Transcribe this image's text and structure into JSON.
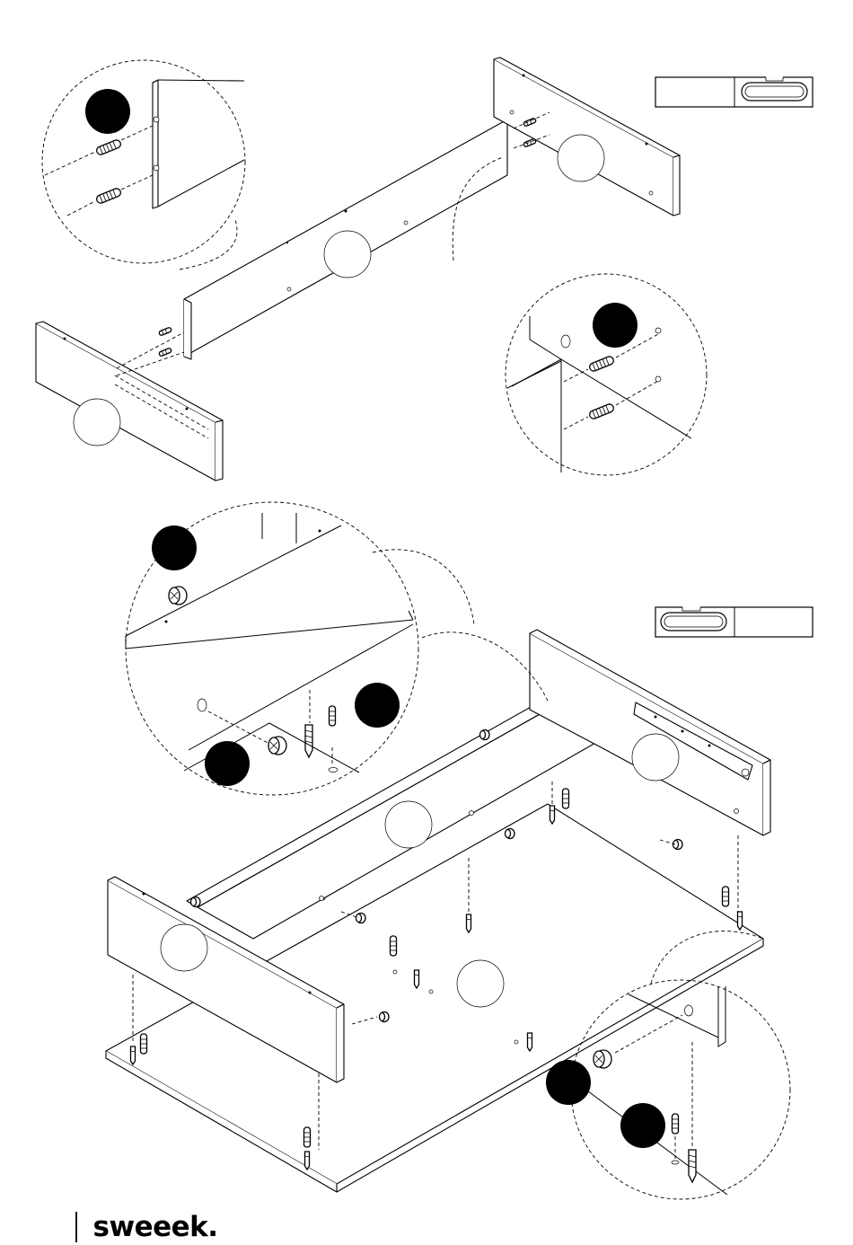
{
  "brand": {
    "name": "sweeek."
  },
  "level_indicators": [
    {
      "name": "level-indicator-top",
      "bubble_side": "right"
    },
    {
      "name": "level-indicator-bottom",
      "bubble_side": "left"
    }
  ],
  "icons": [
    "dowel-icon",
    "cam-lock-icon",
    "cam-bolt-icon",
    "level-bubble-icon",
    "drawer-runner-icon"
  ]
}
